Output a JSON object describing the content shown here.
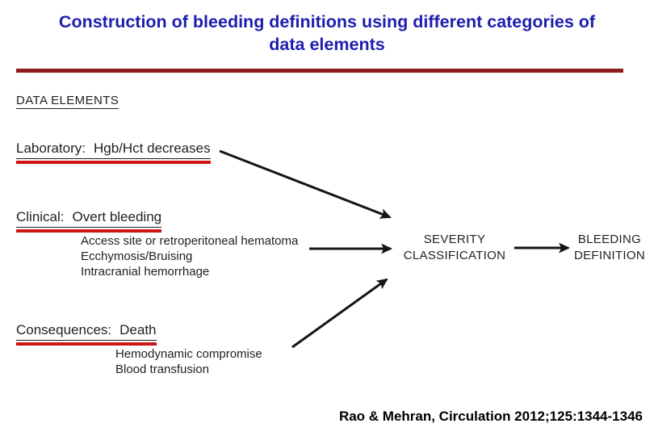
{
  "slide": {
    "title_lines": [
      "Construction of bleeding definitions using different categories of",
      "data elements"
    ],
    "section_heading": "DATA ELEMENTS",
    "categories": [
      {
        "label": "Laboratory:",
        "term": "Hgb/Hct decreases",
        "items": []
      },
      {
        "label": "Clinical:",
        "term": "Overt bleeding",
        "items": [
          "Access site or retroperitoneal hematoma",
          "Ecchymosis/Bruising",
          "Intracranial hemorrhage"
        ]
      },
      {
        "label": "Consequences:",
        "term": "Death",
        "items": [
          "Hemodynamic compromise",
          "Blood transfusion"
        ]
      }
    ],
    "nodes": {
      "severity": "SEVERITY CLASSIFICATION",
      "bleeding": "BLEEDING DEFINITION"
    },
    "citation": "Rao & Mehran, Circulation 2012;125:1344-1346",
    "colors": {
      "title_blue": "#1d1daf",
      "rule_dark_red": "#8e1b1b",
      "underline_red": "#ce1414",
      "text_dark": "#1f1f1f",
      "arrow_black": "#151515"
    }
  }
}
